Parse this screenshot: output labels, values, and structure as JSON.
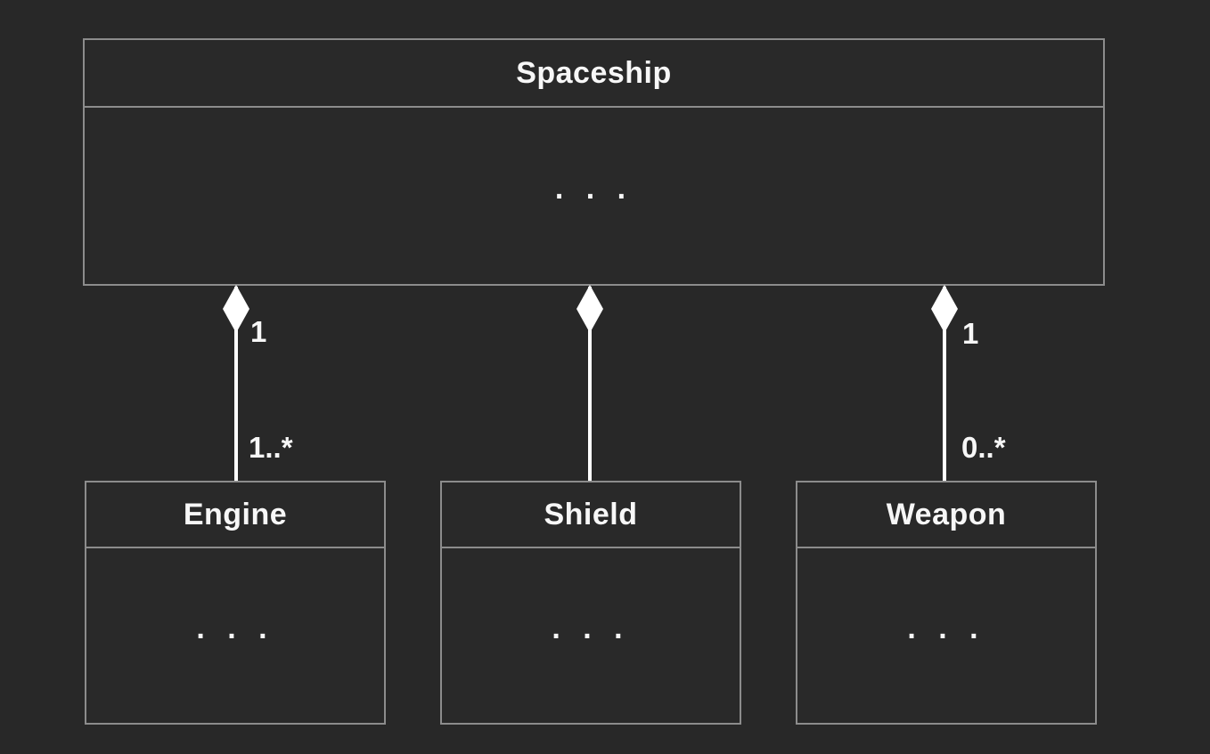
{
  "diagram": {
    "kind": "uml-class-diagram",
    "background_color": "#282828",
    "box_border_color": "#8c8c8c",
    "connector_color": "#ffffff",
    "text_color": "#f7f7f7"
  },
  "classes": [
    {
      "name": "Spaceship",
      "body_placeholder": ". . ."
    },
    {
      "name": "Engine",
      "body_placeholder": ". . ."
    },
    {
      "name": "Shield",
      "body_placeholder": ". . ."
    },
    {
      "name": "Weapon",
      "body_placeholder": ". . ."
    }
  ],
  "relationships": [
    {
      "from": "Spaceship",
      "to": "Engine",
      "type": "composition",
      "diamond": "filled",
      "diamond_end": "Spaceship",
      "from_multiplicity": "1",
      "to_multiplicity": "1..*"
    },
    {
      "from": "Spaceship",
      "to": "Shield",
      "type": "composition",
      "diamond": "filled",
      "diamond_end": "Spaceship",
      "from_multiplicity": "",
      "to_multiplicity": ""
    },
    {
      "from": "Spaceship",
      "to": "Weapon",
      "type": "composition",
      "diamond": "filled",
      "diamond_end": "Spaceship",
      "from_multiplicity": "1",
      "to_multiplicity": "0..*"
    }
  ]
}
